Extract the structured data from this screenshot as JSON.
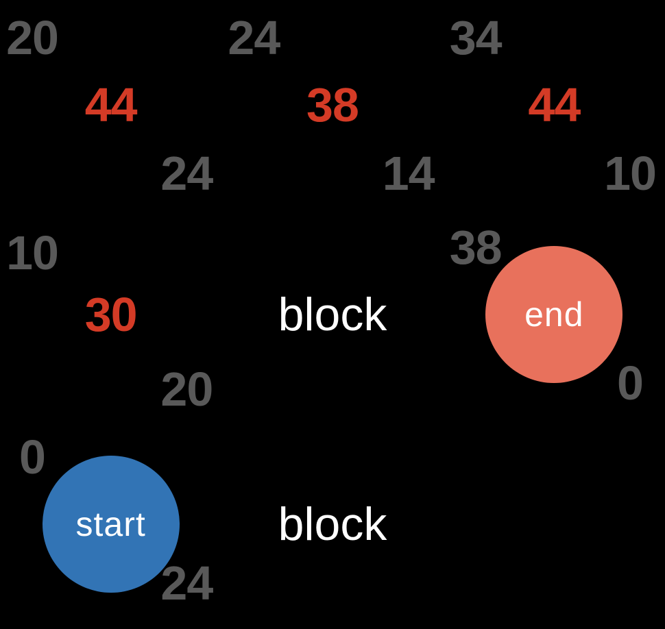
{
  "colors": {
    "background": "#000000",
    "corner_gray": "#595959",
    "f_red": "#d43b26",
    "start_blue": "#3274b5",
    "end_salmon": "#e8715c",
    "label_white": "#ffffff"
  },
  "grid": {
    "rows": 3,
    "cols": 3,
    "cells": [
      {
        "id": "r0c0",
        "type": "scored",
        "g": "20",
        "f": "44",
        "h": "24"
      },
      {
        "id": "r0c1",
        "type": "scored",
        "g": "24",
        "f": "38",
        "h": "14"
      },
      {
        "id": "r0c2",
        "type": "scored",
        "g": "34",
        "f": "44",
        "h": "10"
      },
      {
        "id": "r1c0",
        "type": "scored",
        "g": "10",
        "f": "30",
        "h": "20"
      },
      {
        "id": "r1c1",
        "type": "block",
        "label": "block"
      },
      {
        "id": "r1c2",
        "type": "end",
        "g": "38",
        "h": "0",
        "label": "end"
      },
      {
        "id": "r2c0",
        "type": "start",
        "g": "0",
        "h": "24",
        "label": "start"
      },
      {
        "id": "r2c1",
        "type": "block",
        "label": "block"
      },
      {
        "id": "r2c2",
        "type": "empty"
      }
    ]
  }
}
